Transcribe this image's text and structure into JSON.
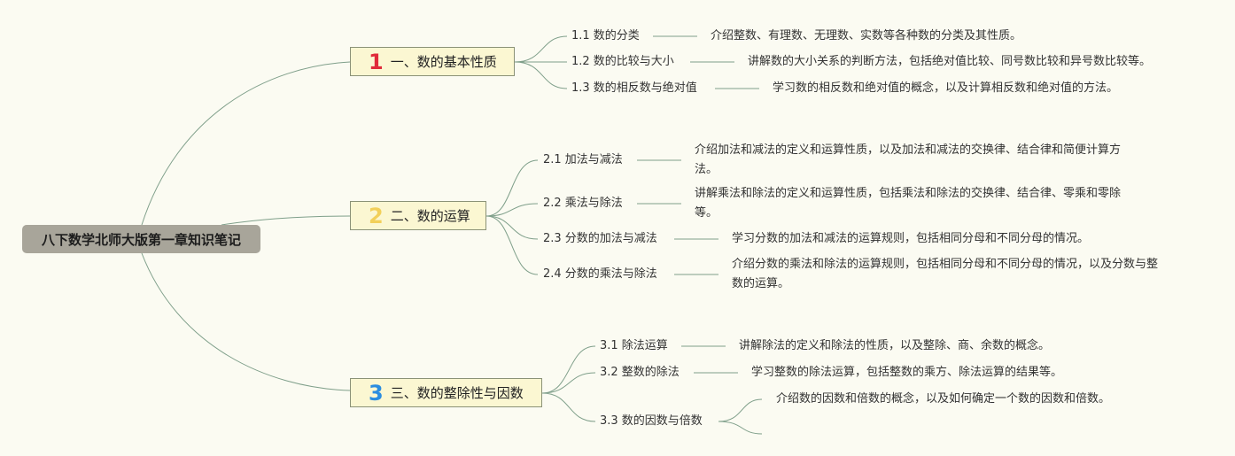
{
  "root": "八下数学北师大版第一章知识笔记",
  "colors": {
    "n1": "#e02b3a",
    "n2": "#f2d05a",
    "n3": "#2b8de0",
    "line": "#7f9f8a"
  },
  "branches": [
    {
      "num": "1",
      "label": "一、数的基本性质",
      "topics": [
        {
          "title": "1.1 数的分类",
          "desc": "介绍整数、有理数、无理数、实数等各种数的分类及其性质。"
        },
        {
          "title": "1.2 数的比较与大小",
          "desc": "讲解数的大小关系的判断方法，包括绝对值比较、同号数比较和异号数比较等。"
        },
        {
          "title": "1.3 数的相反数与绝对值",
          "desc": "学习数的相反数和绝对值的概念，以及计算相反数和绝对值的方法。"
        }
      ]
    },
    {
      "num": "2",
      "label": "二、数的运算",
      "topics": [
        {
          "title": "2.1 加法与减法",
          "desc": "介绍加法和减法的定义和运算性质，以及加法和减法的交换律、结合律和简便计算方法。"
        },
        {
          "title": "2.2 乘法与除法",
          "desc": "讲解乘法和除法的定义和运算性质，包括乘法和除法的交换律、结合律、零乘和零除等。"
        },
        {
          "title": "2.3 分数的加法与减法",
          "desc": "学习分数的加法和减法的运算规则，包括相同分母和不同分母的情况。"
        },
        {
          "title": "2.4 分数的乘法与除法",
          "desc": "介绍分数的乘法和除法的运算规则，包括相同分母和不同分母的情况，以及分数与整数的运算。"
        }
      ]
    },
    {
      "num": "3",
      "label": "三、数的整除性与因数",
      "topics": [
        {
          "title": "3.1 除法运算",
          "desc": "讲解除法的定义和除法的性质，以及整除、商、余数的概念。"
        },
        {
          "title": "3.2 整数的除法",
          "desc": "学习整数的除法运算，包括整数的乘方、除法运算的结果等。"
        },
        {
          "title": "3.3 数的因数与倍数",
          "desc": "介绍数的因数和倍数的概念，以及如何确定一个数的因数和倍数。"
        }
      ]
    }
  ]
}
